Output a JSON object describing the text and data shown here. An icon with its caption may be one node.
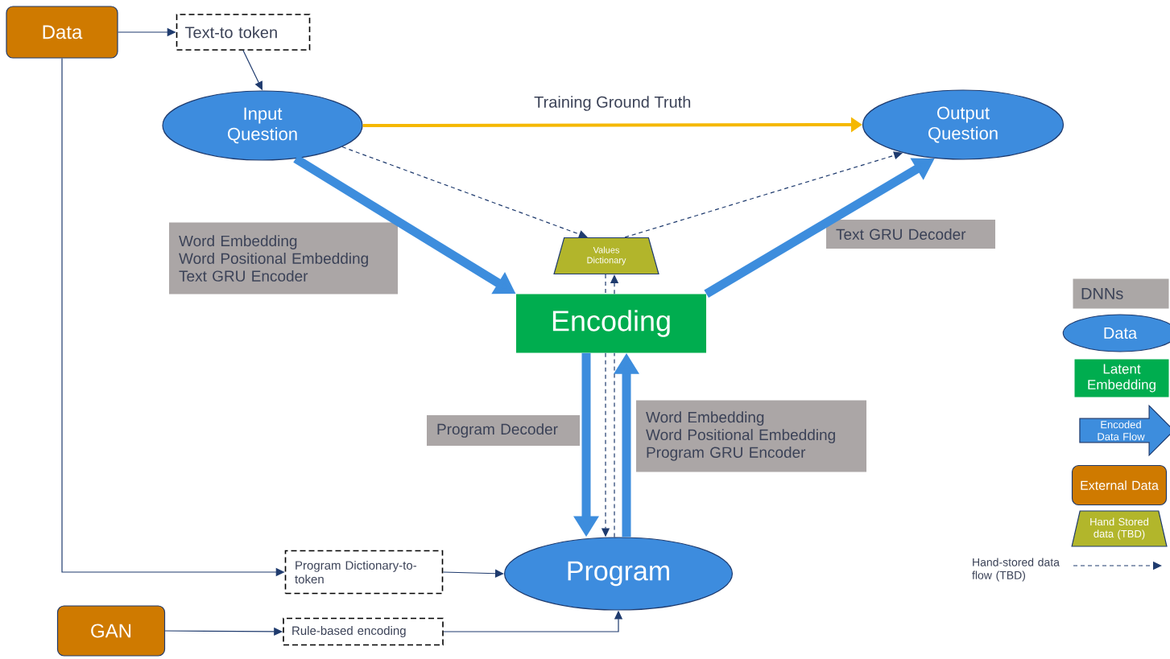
{
  "diagram": {
    "nodes": [
      {
        "text": [
          "Data"
        ]
      },
      {
        "text": [
          "Text-to token"
        ]
      },
      {
        "text": [
          "Input Question"
        ]
      },
      {
        "text": [
          "Output Question"
        ]
      },
      {
        "text": [
          "Values Dictionary"
        ]
      },
      {
        "text": [
          "Encoding"
        ]
      },
      {
        "text": [
          "Program"
        ]
      },
      {
        "text": [
          "Program Dictionary-to-token"
        ]
      },
      {
        "text": [
          "GAN"
        ]
      },
      {
        "text": [
          "Rule-based encoding"
        ]
      },
      {
        "text": [
          "Word Embedding",
          "Word Positional Embedding",
          "Text GRU Encoder"
        ]
      },
      {
        "text": [
          "Text GRU Decoder"
        ]
      },
      {
        "text": [
          "Program Decoder"
        ]
      },
      {
        "text": [
          "Word Embedding",
          "Word Positional Embedding",
          "Program GRU Encoder"
        ]
      }
    ],
    "edges": [
      {
        "from": 0,
        "to": 1,
        "arrow": "to"
      },
      {
        "from": 1,
        "to": 2,
        "arrow": "to"
      },
      {
        "from": 2,
        "to": 3,
        "arrow": "to",
        "label": "Training Ground Truth",
        "style": "thick",
        "color": "#f5b800"
      },
      {
        "from": 2,
        "to": 4,
        "arrow": "to",
        "style": "dashed"
      },
      {
        "from": 4,
        "to": 3,
        "arrow": "to",
        "style": "dashed"
      },
      {
        "from": 2,
        "to": 5,
        "arrow": "to",
        "style": "thick",
        "color": "#3d8ddd"
      },
      {
        "from": 5,
        "to": 3,
        "arrow": "to",
        "style": "thick",
        "color": "#3d8ddd"
      },
      {
        "from": 5,
        "to": 6,
        "arrow": "to",
        "style": "thick",
        "color": "#3d8ddd"
      },
      {
        "from": 6,
        "to": 5,
        "arrow": "to",
        "style": "thick",
        "color": "#3d8ddd"
      },
      {
        "from": 4,
        "to": 5,
        "arrow": "none",
        "style": "dashed"
      },
      {
        "from": 5,
        "to": 6,
        "arrow": "to",
        "style": "dashed"
      },
      {
        "from": 6,
        "to": 5,
        "arrow": "none",
        "style": "dashed"
      },
      {
        "from": 5,
        "to": 4,
        "arrow": "to",
        "style": "dashed"
      },
      {
        "from": 0,
        "to": 7,
        "arrow": "to"
      },
      {
        "from": 7,
        "to": 6,
        "arrow": "to"
      },
      {
        "from": 8,
        "to": 9,
        "arrow": "to"
      },
      {
        "from": 9,
        "to": 6,
        "arrow": "to"
      }
    ],
    "legend": [
      {
        "text": "DNNs",
        "color": "#aba7a6"
      },
      {
        "text": "Data",
        "color": "#3d8ddd"
      },
      {
        "text": "Latent Embedding",
        "color": "#00ad4f"
      },
      {
        "text": "Encoded Data Flow",
        "color": "#3d8ddd"
      },
      {
        "text": "External Data",
        "color": "#cf7a00"
      },
      {
        "text": "Hand Stored data (TBD)",
        "color": "#b2b62b"
      },
      {
        "text": "Hand-stored data flow (TBD)"
      }
    ]
  }
}
